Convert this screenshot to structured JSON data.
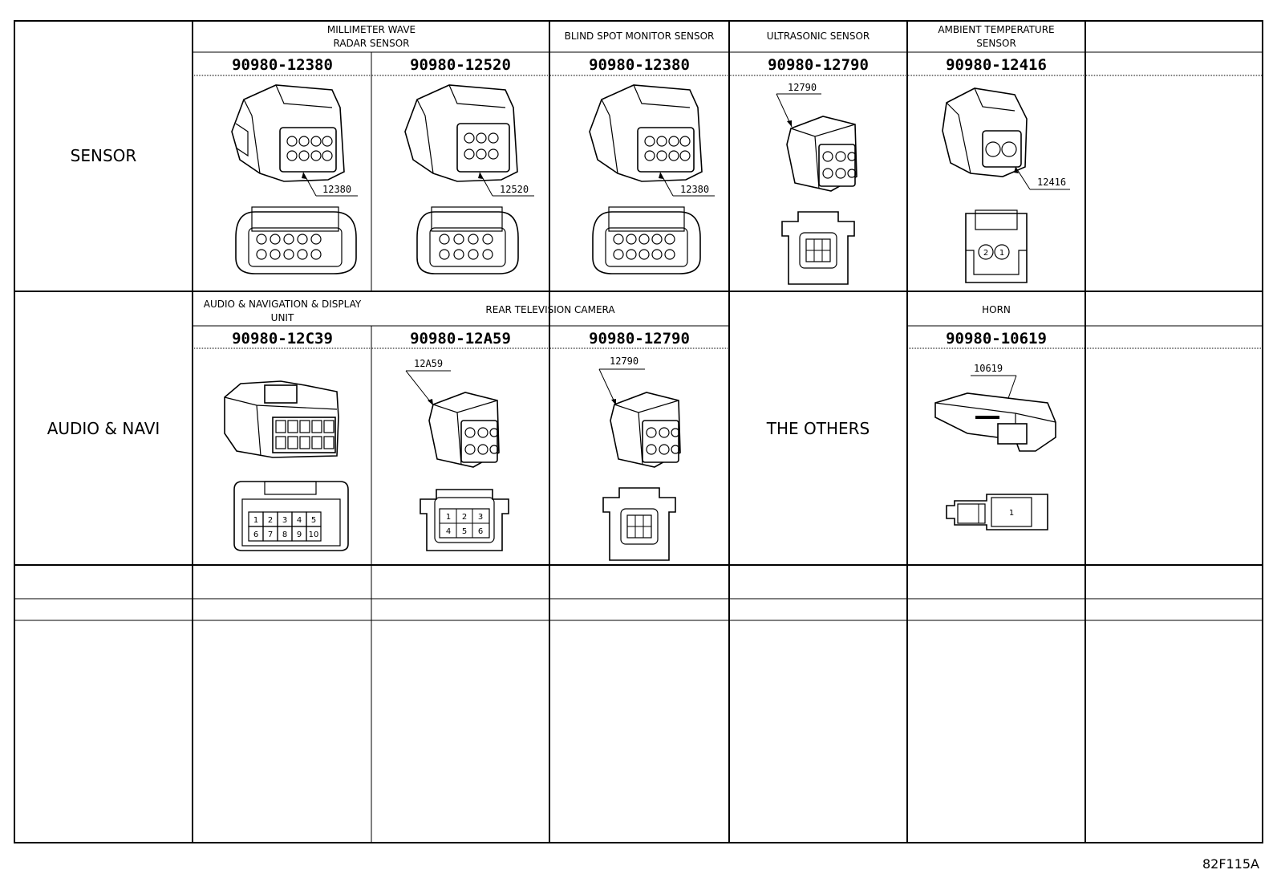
{
  "categories": {
    "sensor": "SENSOR",
    "audio_navi": "AUDIO & NAVI",
    "others": "THE OTHERS"
  },
  "sensor_row": {
    "mmw_header_line1": "MILLIMETER WAVE",
    "mmw_header_line2": "RADAR SENSOR",
    "mmw_part_1": "90980-12380",
    "mmw_part_2": "90980-12520",
    "bsm_header": "BLIND SPOT MONITOR SENSOR",
    "bsm_part": "90980-12380",
    "ultra_header": "ULTRASONIC SENSOR",
    "ultra_part": "90980-12790",
    "amb_header_line1": "AMBIENT TEMPERATURE",
    "amb_header_line2": "SENSOR",
    "amb_part": "90980-12416",
    "callouts": [
      "12380",
      "12520",
      "12380",
      "12790",
      "12416"
    ]
  },
  "audio_row": {
    "and_header_line1": "AUDIO & NAVIGATION & DISPLAY",
    "and_header_line2": "UNIT",
    "and_part": "90980-12C39",
    "rtc_header": "REAR TELEVISION CAMERA",
    "rtc_part_1": "90980-12A59",
    "rtc_part_2": "90980-12790",
    "horn_header": "HORN",
    "horn_part": "90980-10619",
    "callouts": [
      "12A59",
      "12790",
      "10619"
    ]
  },
  "pins": {
    "c12416": [
      "2",
      "1"
    ],
    "c12c39": [
      "1",
      "2",
      "3",
      "4",
      "5",
      "6",
      "7",
      "8",
      "9",
      "10"
    ],
    "c12a59": [
      "1",
      "2",
      "3",
      "4",
      "5",
      "6"
    ],
    "c10619": [
      "1"
    ]
  },
  "figure_code": "82F115A"
}
